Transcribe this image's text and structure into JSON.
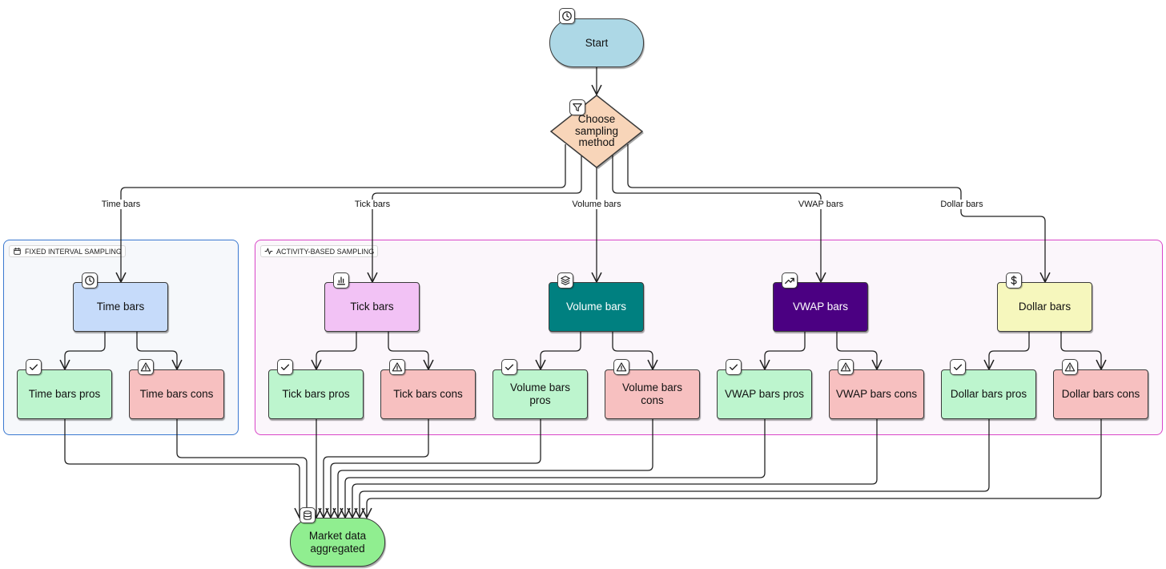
{
  "groups": {
    "fixed": {
      "label": "FIXED INTERVAL SAMPLING",
      "border": "#3a78d0",
      "bg": "#f6f8fb"
    },
    "activity": {
      "label": "ACTIVITY-BASED SAMPLING",
      "border": "#d946c8",
      "bg": "#fbf6fb"
    }
  },
  "nodes": {
    "start": {
      "label": "Start",
      "color": "#add8e6",
      "icon": "clock-icon"
    },
    "decision": {
      "label": "Choose sampling method",
      "color": "#f8d5b9",
      "icon": "filter-icon"
    },
    "time": {
      "label": "Time bars",
      "color": "#c6dbfa",
      "icon": "clock-icon"
    },
    "tick": {
      "label": "Tick bars",
      "color": "#f2c2f5",
      "icon": "bar-chart-icon"
    },
    "volume": {
      "label": "Volume bars",
      "color": "#008080",
      "text_color": "#ffffff",
      "icon": "layers-icon"
    },
    "vwap": {
      "label": "VWAP bars",
      "color": "#4b0082",
      "text_color": "#ffffff",
      "icon": "trending-up-icon"
    },
    "dollar": {
      "label": "Dollar bars",
      "color": "#f6f7bd",
      "icon": "dollar-icon"
    },
    "time_pros": {
      "label": "Time bars pros",
      "color": "#bdf5ce",
      "icon": "check-icon"
    },
    "time_cons": {
      "label": "Time bars cons",
      "color": "#f7c0c0",
      "icon": "warning-icon"
    },
    "tick_pros": {
      "label": "Tick bars pros",
      "color": "#bdf5ce",
      "icon": "check-icon"
    },
    "tick_cons": {
      "label": "Tick bars cons",
      "color": "#f7c0c0",
      "icon": "warning-icon"
    },
    "volume_pros": {
      "label": "Volume bars pros",
      "color": "#bdf5ce",
      "icon": "check-icon"
    },
    "volume_cons": {
      "label": "Volume bars cons",
      "color": "#f7c0c0",
      "icon": "warning-icon"
    },
    "vwap_pros": {
      "label": "VWAP bars pros",
      "color": "#bdf5ce",
      "icon": "check-icon"
    },
    "vwap_cons": {
      "label": "VWAP bars cons",
      "color": "#f7c0c0",
      "icon": "warning-icon"
    },
    "dollar_pros": {
      "label": "Dollar bars pros",
      "color": "#bdf5ce",
      "icon": "check-icon"
    },
    "dollar_cons": {
      "label": "Dollar bars cons",
      "color": "#f7c0c0",
      "icon": "warning-icon"
    },
    "market": {
      "label": "Market data aggregated",
      "color": "#90ee90",
      "icon": "database-icon"
    }
  },
  "edge_labels": {
    "time": "Time bars",
    "tick": "Tick bars",
    "volume": "Volume bars",
    "vwap": "VWAP bars",
    "dollar": "Dollar bars"
  }
}
